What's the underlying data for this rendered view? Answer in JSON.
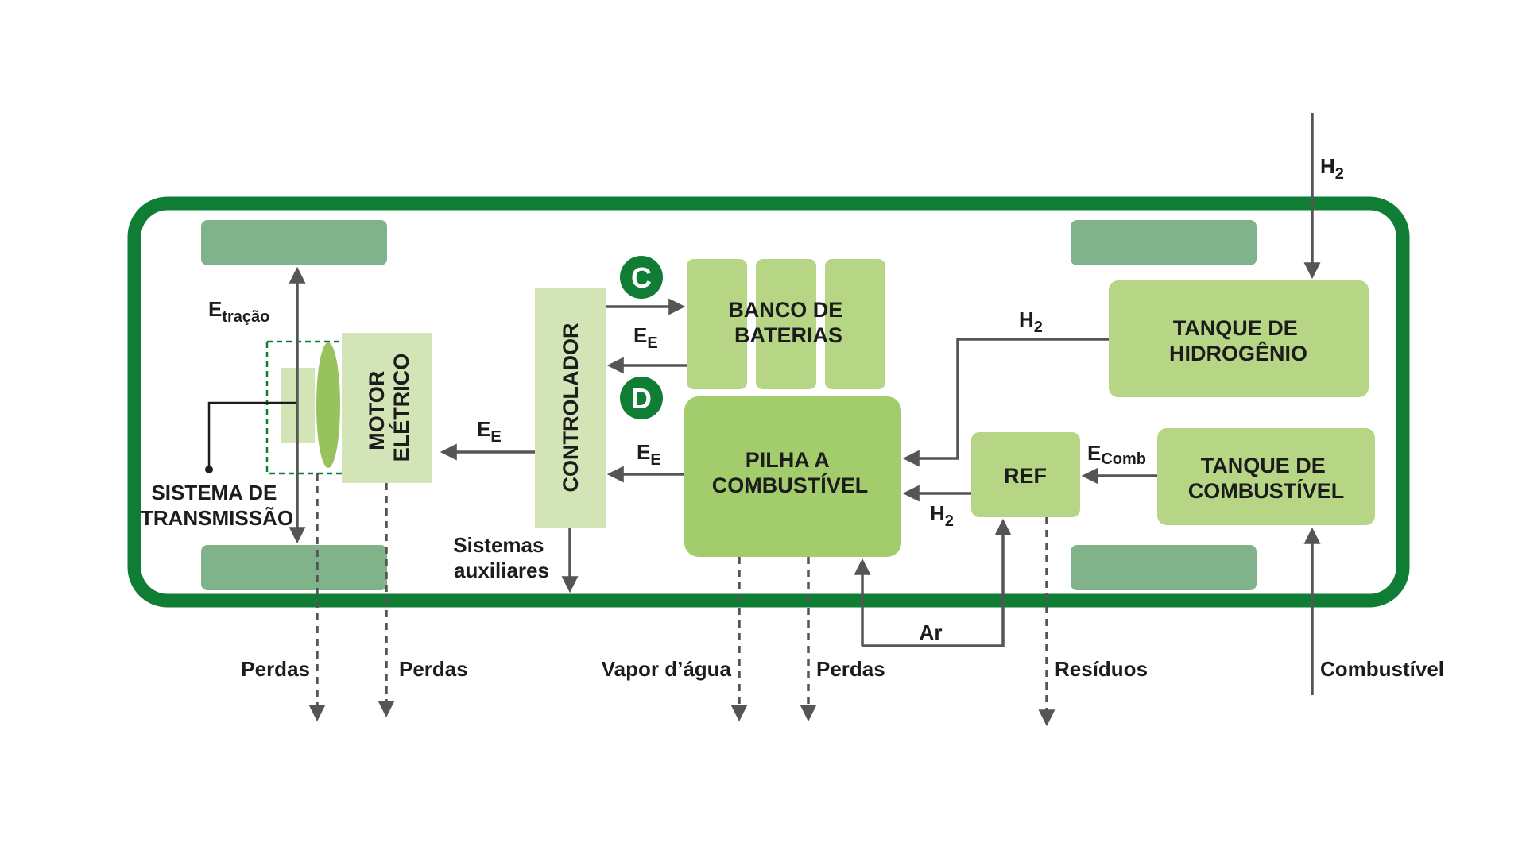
{
  "colors": {
    "frame": "#0f7d34",
    "wheel": "#80b38a",
    "box_light": "#d3e5b6",
    "box_mid": "#b6d685",
    "box_dark": "#a3cd6d",
    "gearbox_ellipse": "#97c25d",
    "badge": "#0f7d34",
    "arrow": "#555555",
    "text": "#1c1c1c"
  },
  "nodes": {
    "motor": [
      "MOTOR",
      "ELÉTRICO"
    ],
    "controlador": "CONTROLADOR",
    "banco": [
      "BANCO DE",
      "BATERIAS"
    ],
    "pilha": [
      "PILHA A",
      "COMBUSTÍVEL"
    ],
    "ref": "REF",
    "tanque_h2": [
      "TANQUE DE",
      "HIDROGÊNIO"
    ],
    "tanque_comb": [
      "TANQUE DE",
      "COMBUSTÍVEL"
    ]
  },
  "badges": {
    "c": "C",
    "d": "D"
  },
  "labels": {
    "e_tracao": {
      "main": "E",
      "sub": "tração"
    },
    "e_e": {
      "main": "E",
      "sub": "E"
    },
    "e_comb": {
      "main": "E",
      "sub": "Comb"
    },
    "h2": {
      "main": "H",
      "sub": "2"
    },
    "sistema_transmissao": [
      "SISTEMA DE",
      "TRANSMISSÃO"
    ],
    "sistemas_auxiliares": [
      "Sistemas",
      "auxiliares"
    ],
    "ar": "Ar",
    "perdas": "Perdas",
    "vapor": "Vapor d’água",
    "residuos": "Resíduos",
    "combustivel": "Combustível"
  }
}
